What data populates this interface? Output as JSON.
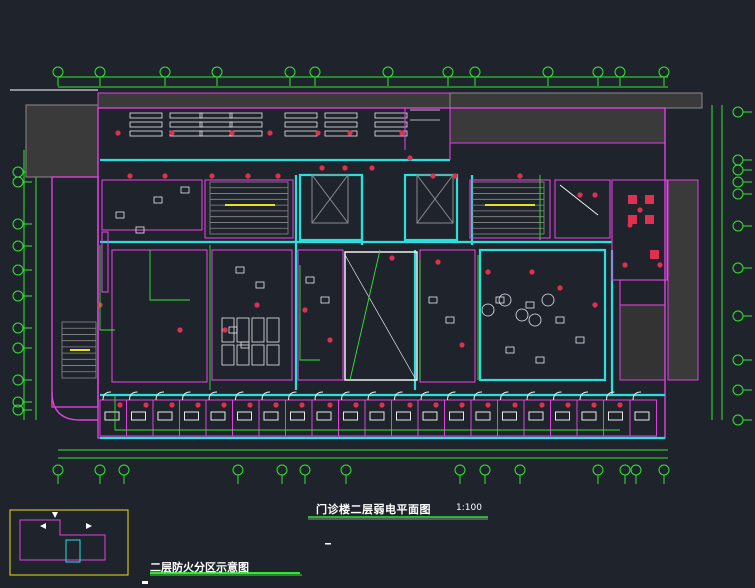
{
  "drawing": {
    "main_title": "门诊楼二层弱电平面图",
    "scale": "1:100",
    "small_title": "二层防火分区示意图"
  },
  "colors": {
    "background": "#1f242c",
    "axis_green": "#2fe82f",
    "wall_magenta": "#e040e0",
    "cable_cyan": "#29e0e0",
    "device_red": "#e03050",
    "fixture_white": "#e8e8e8",
    "hatch_gray": "#8a8a8a",
    "accent_yellow": "#e8e020"
  }
}
